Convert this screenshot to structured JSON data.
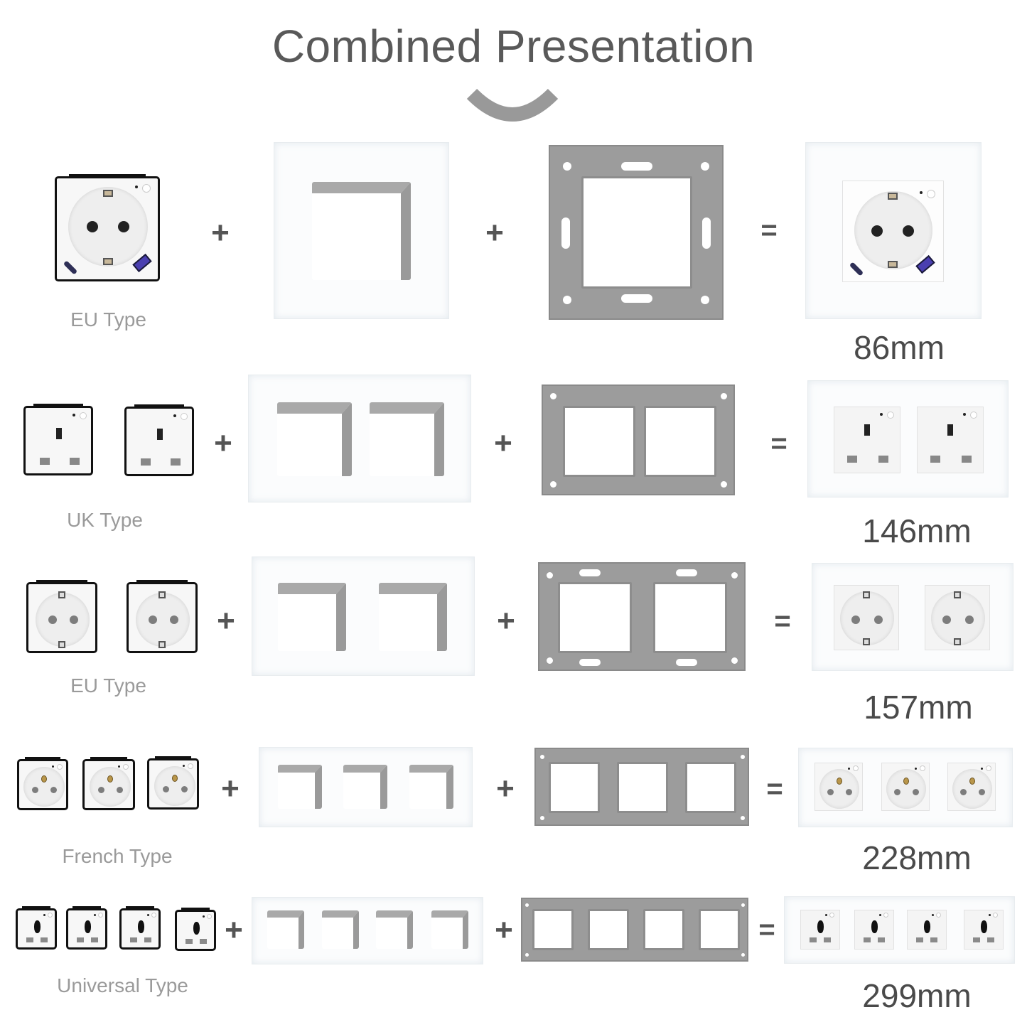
{
  "header": {
    "title": "Combined Presentation",
    "arc_icon": "curved-arrow-down"
  },
  "operators": {
    "plus": "+",
    "equals": "="
  },
  "rows": [
    {
      "type_label": "EU Type",
      "size_label": "86mm",
      "gangs": 1,
      "socket": "schuko-usb"
    },
    {
      "type_label": "UK Type",
      "size_label": "146mm",
      "gangs": 2,
      "socket": "uk"
    },
    {
      "type_label": "EU Type",
      "size_label": "157mm",
      "gangs": 2,
      "socket": "schuko"
    },
    {
      "type_label": "French Type",
      "size_label": "228mm",
      "gangs": 3,
      "socket": "french"
    },
    {
      "type_label": "Universal Type",
      "size_label": "299mm",
      "gangs": 4,
      "socket": "universal"
    }
  ],
  "colors": {
    "title_text": "#595959",
    "type_label_text": "#9a9a9a",
    "size_label_text": "#4a4a4a",
    "metal_frame": "#9c9c9c",
    "glass_panel": "#fbfcfd",
    "module_border": "#111111",
    "usb_a": "#4a3fb0",
    "usb_c": "#2e2f56"
  }
}
